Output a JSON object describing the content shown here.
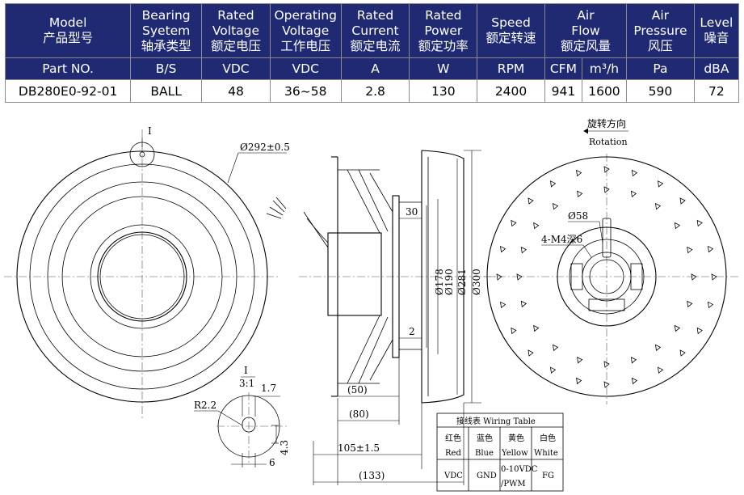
{
  "spec_table": {
    "header1": [
      {
        "en": "Model",
        "zh": "产品型号"
      },
      {
        "en": "Bearing",
        "en2": "Syetem",
        "zh": "轴承类型"
      },
      {
        "en": "Rated",
        "en2": "Voltage",
        "zh": "额定电压"
      },
      {
        "en": "Operating",
        "en2": "Voltage",
        "zh": "工作电压"
      },
      {
        "en": "Rated",
        "en2": "Current",
        "zh": "额定电流"
      },
      {
        "en": "Rated",
        "en2": "Power",
        "zh": "额定功率"
      },
      {
        "en": "Speed",
        "zh": "额定转速"
      },
      {
        "en": "Air",
        "en2": "Flow",
        "zh": "额定风量"
      },
      {
        "en": "Air",
        "en2": "Pressure",
        "zh": "风压"
      },
      {
        "en": "Level",
        "zh": "噪音"
      }
    ],
    "header2": [
      "Part NO.",
      "B/S",
      "VDC",
      "VDC",
      "A",
      "W",
      "RPM",
      "CFM",
      "m³/h",
      "Pa",
      "dBA"
    ],
    "values": [
      "DB280E0-92-01",
      "BALL",
      "48",
      "36~58",
      "2.8",
      "130",
      "2400",
      "941",
      "1600",
      "590",
      "72"
    ]
  },
  "drawing": {
    "front": {
      "detail_mark": "I",
      "dia_outer": "Ø292±0.5"
    },
    "detail": {
      "mark": "I",
      "scale": "3:1",
      "dim_a": "1.7",
      "radius": "R2.2",
      "dim_b": "4.3",
      "dim_c": "6"
    },
    "side": {
      "d178": "Ø178",
      "d190": "Ø190",
      "d281": "Ø281",
      "d300": "Ø300",
      "d30": "30",
      "d2": "2",
      "d50": "(50)",
      "d80": "(80)",
      "d105": "105±1.5",
      "d133": "(133)"
    },
    "back": {
      "rotation_zh": "旋转方向",
      "rotation_en": "Rotation",
      "hub": "Ø58",
      "holes": "4-M4深6"
    },
    "wiring": {
      "title": "接线表 Wiring Table",
      "colors_zh": [
        "红色",
        "蓝色",
        "黄色",
        "白色"
      ],
      "colors_en": [
        "Red",
        "Blue",
        "Yellow",
        "White"
      ],
      "functions": [
        "VDC",
        "GND",
        "0-10VDC/PWM",
        "FG"
      ],
      "func_yellow_1": "0-10VDC",
      "func_yellow_2": "/PWM"
    }
  }
}
